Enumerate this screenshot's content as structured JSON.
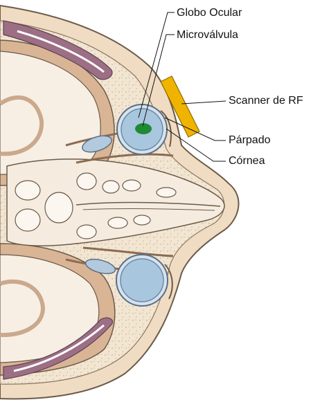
{
  "labels": {
    "globo_ocular": "Globo Ocular",
    "microvalvula": "Microválvula",
    "scanner": "Scanner de RF",
    "parpado": "Párpado",
    "cornea": "Córnea"
  },
  "colors": {
    "skin": "#f1dec7",
    "skin_outline": "#6b5a49",
    "bone": "#f6eee3",
    "bone_dark": "#caa98c",
    "muscle": "#9c6f85",
    "eye": "#a9c6df",
    "eye_ring": "#6e8aa3",
    "valve": "#1f8a34",
    "scanner": "#f0b400",
    "fat_dots": "#c9b48f"
  }
}
